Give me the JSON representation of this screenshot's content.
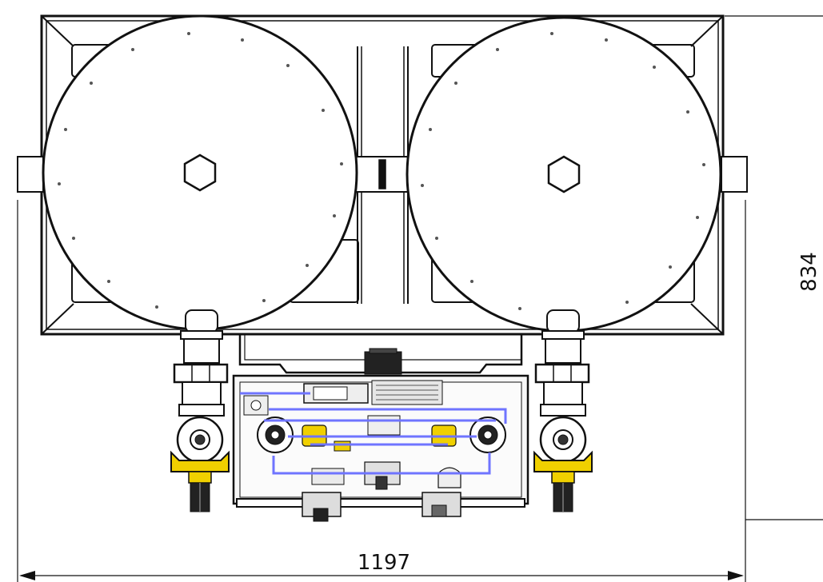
{
  "drawing": {
    "dimensions": {
      "width_label": "1197",
      "height_label": "834"
    },
    "colors": {
      "line": "#111111",
      "fill": "#ffffff",
      "hose": "#6f74ff",
      "valve": "#f0d000",
      "panel": "#f2f2f2"
    },
    "bolt_icon": "bolt-dot"
  }
}
